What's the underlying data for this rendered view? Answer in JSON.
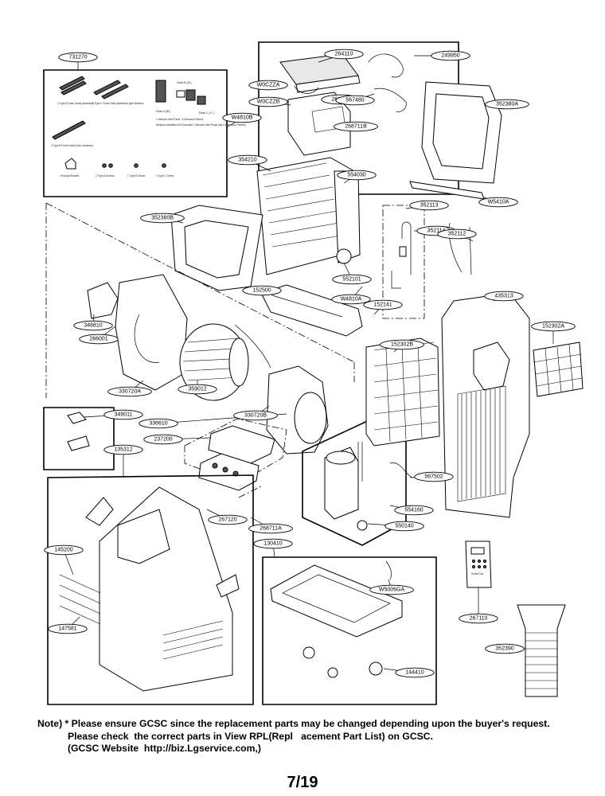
{
  "callouts": [
    {
      "id": "731270",
      "label": "731270"
    },
    {
      "id": "264110",
      "label": "264110"
    },
    {
      "id": "249950",
      "label": "249950"
    },
    {
      "id": "w0c22a",
      "label": "W0CZZA"
    },
    {
      "id": "w0c22b",
      "label": "W0CZZB"
    },
    {
      "id": "261704",
      "label": "261704"
    },
    {
      "id": "567480",
      "label": "567480"
    },
    {
      "id": "268711b",
      "label": "268711B"
    },
    {
      "id": "352380a",
      "label": "352380A"
    },
    {
      "id": "w4810b",
      "label": "W4810B"
    },
    {
      "id": "354210",
      "label": "354210"
    },
    {
      "id": "554030",
      "label": "554030"
    },
    {
      "id": "w5410a",
      "label": "W5410A"
    },
    {
      "id": "352380b",
      "label": "352380B"
    },
    {
      "id": "352113",
      "label": "352113"
    },
    {
      "id": "352114",
      "label": "352114"
    },
    {
      "id": "552101",
      "label": "552101"
    },
    {
      "id": "352112",
      "label": "352112"
    },
    {
      "id": "152500",
      "label": "152500"
    },
    {
      "id": "w4810a",
      "label": "W4810A"
    },
    {
      "id": "152141",
      "label": "152141"
    },
    {
      "id": "435313",
      "label": "435313"
    },
    {
      "id": "152302a",
      "label": "152302A"
    },
    {
      "id": "346810",
      "label": "346810"
    },
    {
      "id": "266001",
      "label": "266001"
    },
    {
      "id": "152302b",
      "label": "152302B"
    },
    {
      "id": "330720a",
      "label": "330720A"
    },
    {
      "id": "359012",
      "label": "359012"
    },
    {
      "id": "349011",
      "label": "349011"
    },
    {
      "id": "336610",
      "label": "336610"
    },
    {
      "id": "330720b",
      "label": "330720B"
    },
    {
      "id": "237200",
      "label": "237200"
    },
    {
      "id": "135312",
      "label": "135312"
    },
    {
      "id": "567502",
      "label": "567502"
    },
    {
      "id": "554160",
      "label": "554160"
    },
    {
      "id": "267120",
      "label": "267120"
    },
    {
      "id": "268711a",
      "label": "268711A"
    },
    {
      "id": "550140",
      "label": "550140"
    },
    {
      "id": "130410",
      "label": "130410"
    },
    {
      "id": "145200",
      "label": "145200"
    },
    {
      "id": "w5006ga",
      "label": "W5006GA"
    },
    {
      "id": "267110",
      "label": "267110"
    },
    {
      "id": "147581",
      "label": "147581"
    },
    {
      "id": "352390",
      "label": "352390"
    },
    {
      "id": "144410",
      "label": "144410"
    }
  ],
  "accessory_kit_captions": [
    "2 Type A Foam Seals (Adhesive)",
    "1 Type C Foam Seal (Adhesive) type Window",
    "Panel A (38 )",
    "Panel B (38 )",
    "Panel C (17 )",
    "1 Window Vent Panel",
    "3 Extension Panels",
    "Window Installation Kit (Includes 1 Window Vent Panel and 3 Extension Panels)",
    "2 Type B Foam Seals (Non-adhesive)",
    "Security Bracket",
    "2 Type A Screws",
    "1 Type B Screw",
    "1 Type C Screw"
  ],
  "remote_brand": "SmartCool",
  "note": {
    "prefix": "Note)",
    "line1": "* Please ensure GCSC since the replacement parts may be changed depending upon the buyer's request.",
    "line2": "Please check  the correct parts in View RPL(Repl   acement Part List) on GCSC.",
    "line3": "(GCSC Website  http://biz.Lgservice.com,)"
  },
  "page": {
    "number": "7/19"
  }
}
